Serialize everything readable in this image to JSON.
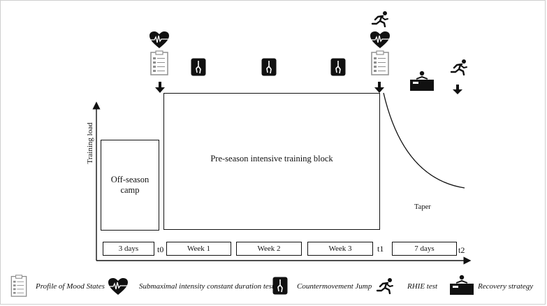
{
  "axis": {
    "ylabel": "Training load"
  },
  "blocks": {
    "offseason": "Off-season camp",
    "preseason": "Pre-season intensive training block",
    "taper": "Taper"
  },
  "timeline": {
    "segments": [
      "3 days",
      "Week 1",
      "Week 2",
      "Week 3",
      "7 days"
    ],
    "markers": [
      "t0",
      "t1",
      "t2"
    ]
  },
  "legend": [
    {
      "icon": "clipboard-icon",
      "label": "Profile of Mood States"
    },
    {
      "icon": "heart-rate-icon",
      "label": "Submaximal intensity constant duration test"
    },
    {
      "icon": "jump-icon",
      "label": "Countermovement Jump"
    },
    {
      "icon": "runner-icon",
      "label": "RHIE test"
    },
    {
      "icon": "recovery-bath-icon",
      "label": "Recovery strategy"
    }
  ],
  "colors": {
    "ink": "#111111",
    "icon_fill": "#111111",
    "clipboard_grey": "#9a9a9a"
  }
}
